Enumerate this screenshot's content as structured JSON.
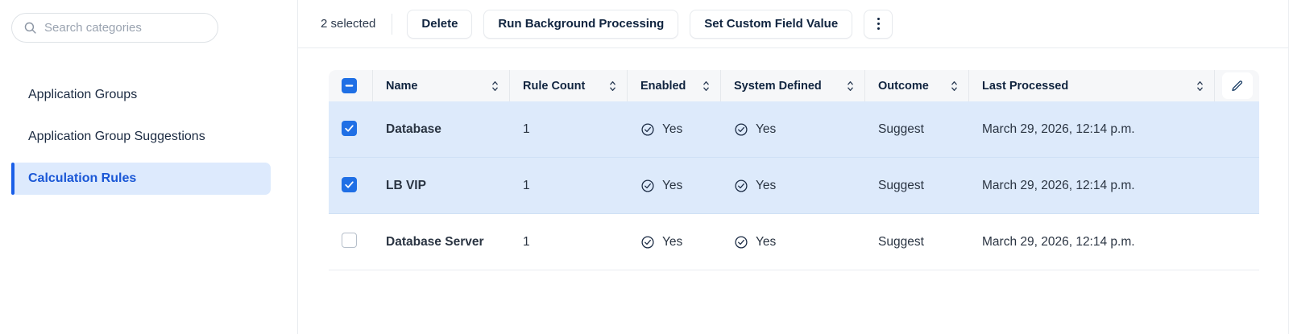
{
  "sidebar": {
    "search": {
      "placeholder": "Search categories",
      "value": "",
      "icon": "search-icon"
    },
    "items": [
      {
        "label": "Application Groups",
        "selected": false
      },
      {
        "label": "Application Group Suggestions",
        "selected": false
      },
      {
        "label": "Calculation Rules",
        "selected": true
      }
    ]
  },
  "toolbar": {
    "selected_count_label": "2 selected",
    "buttons": [
      {
        "label": "Delete",
        "name": "delete-button"
      },
      {
        "label": "Run Background Processing",
        "name": "run-background-processing-button"
      },
      {
        "label": "Set Custom Field Value",
        "name": "set-custom-field-value-button"
      }
    ],
    "more_icon": "kebab-menu-icon"
  },
  "table": {
    "select_all_state": "indeterminate",
    "edit_icon": "pencil-icon",
    "sort_icon": "sort-arrows-icon",
    "columns": [
      {
        "label": "Name",
        "sortable": true
      },
      {
        "label": "Rule Count",
        "sortable": true
      },
      {
        "label": "Enabled",
        "sortable": true
      },
      {
        "label": "System Defined",
        "sortable": true
      },
      {
        "label": "Outcome",
        "sortable": true
      },
      {
        "label": "Last Processed",
        "sortable": true
      }
    ],
    "rows": [
      {
        "selected": true,
        "name": "Database",
        "rule_count": "1",
        "enabled": "Yes",
        "system_defined": "Yes",
        "outcome": "Suggest",
        "last_processed": "March 29, 2026, 12:14 p.m."
      },
      {
        "selected": true,
        "name": "LB VIP",
        "rule_count": "1",
        "enabled": "Yes",
        "system_defined": "Yes",
        "outcome": "Suggest",
        "last_processed": "March 29, 2026, 12:14 p.m."
      },
      {
        "selected": false,
        "name": "Database Server",
        "rule_count": "1",
        "enabled": "Yes",
        "system_defined": "Yes",
        "outcome": "Suggest",
        "last_processed": "March 29, 2026, 12:14 p.m."
      }
    ]
  },
  "colors": {
    "accent_blue": "#1f6fe5",
    "selected_row_bg": "#ddeafb",
    "selected_nav_bg": "#ddeafd",
    "nav_active_text": "#1a57d6",
    "header_bg": "#f6f7f9",
    "text_dark": "#10243f"
  }
}
